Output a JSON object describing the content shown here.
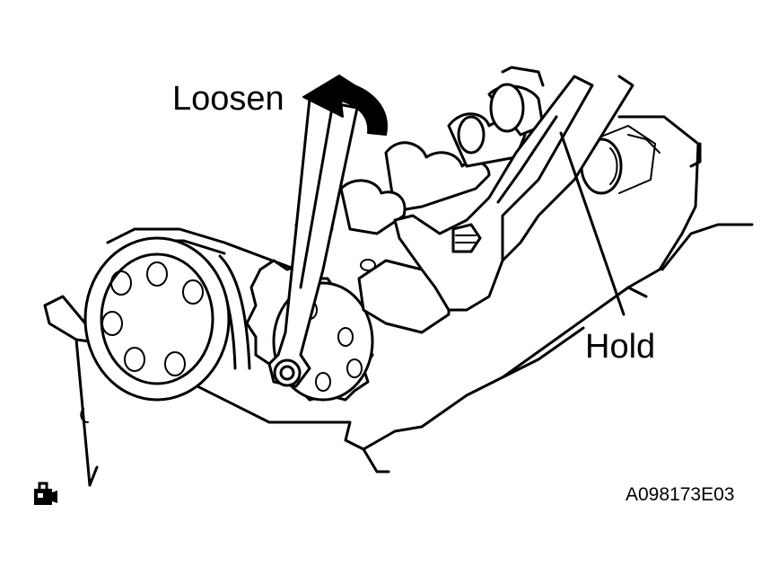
{
  "labels": {
    "loosen": "Loosen",
    "hold": "Hold",
    "figure_code": "A098173E03"
  },
  "icons": {
    "corner_symbol": "service-note-icon"
  },
  "colors": {
    "line": "#000000",
    "background": "#ffffff"
  }
}
